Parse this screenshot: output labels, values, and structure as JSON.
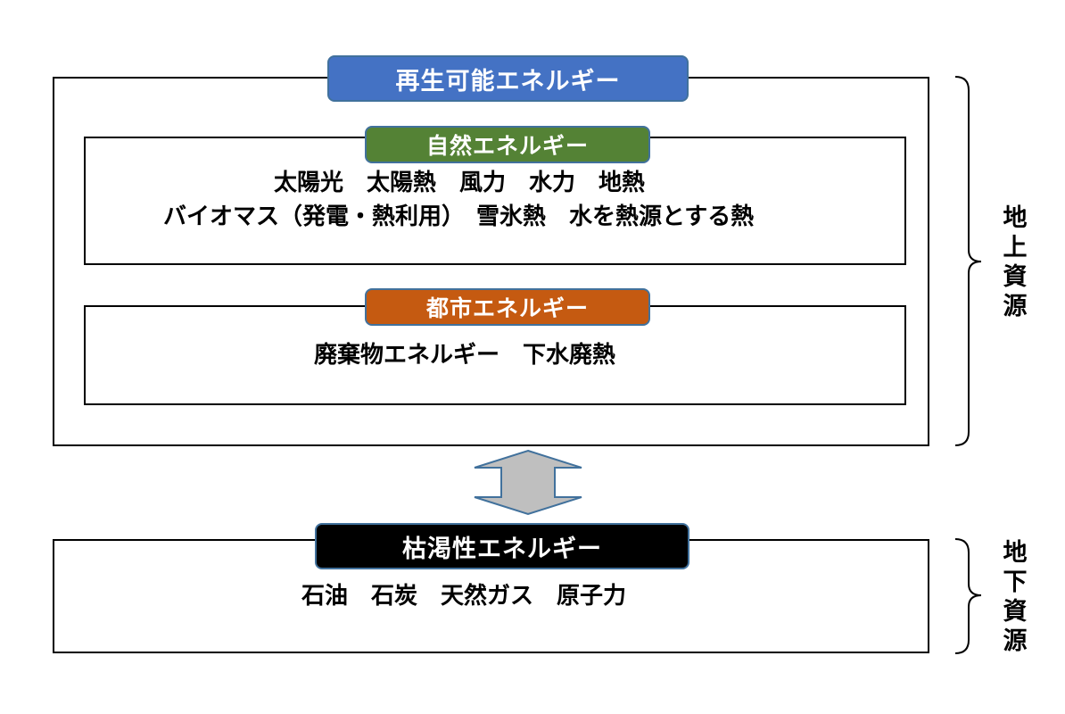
{
  "renewable": {
    "title": "再生可能エネルギー",
    "color": "#4472c4",
    "natural": {
      "title": "自然エネルギー",
      "color": "#548235",
      "line1": "太陽光　太陽熱　風力　水力　地熱",
      "line2": "バイオマス（発電・熱利用）　雪氷熱　水を熱源とする熱"
    },
    "urban": {
      "title": "都市エネルギー",
      "color": "#c55a11",
      "line1": "廃棄物エネルギー　下水廃熱"
    }
  },
  "depletable": {
    "title": "枯渇性エネルギー",
    "color": "#000000",
    "line1": "石油　石炭　天然ガス　原子力"
  },
  "side_labels": {
    "above_ground": "地上資源",
    "below_ground": "地下資源"
  },
  "arrow_color": "#bfbfbf"
}
